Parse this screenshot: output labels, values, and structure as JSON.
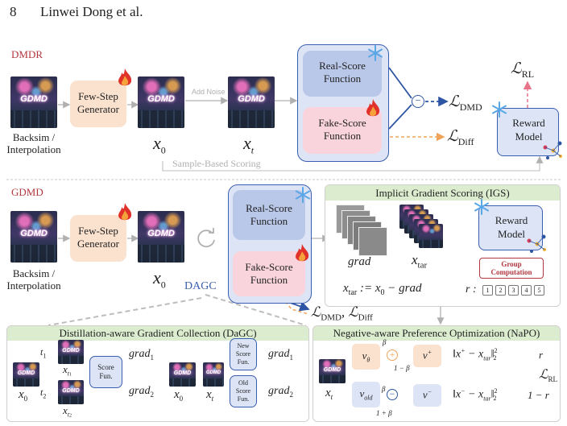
{
  "page": {
    "number": "8",
    "authors": "Linwei Dong et al."
  },
  "image_text": "GDMD",
  "dmdr": {
    "label": "DMDR",
    "input_caption_1": "Backsim /",
    "input_caption_2": "Interpolation",
    "generator_1": "Few-Step",
    "generator_2": "Generator",
    "add_noise": "Add Noise",
    "x0": "x",
    "x0_sub": "0",
    "xt": "x",
    "xt_sub": "t",
    "real_score_1": "Real-Score",
    "real_score_2": "Function",
    "fake_score_1": "Fake-Score",
    "fake_score_2": "Function",
    "minus": "−",
    "l_dmd": "ℒ",
    "l_dmd_sub": "DMD",
    "l_diff": "ℒ",
    "l_diff_sub": "Diff",
    "l_rl": "ℒ",
    "l_rl_sub": "RL",
    "reward_1": "Reward",
    "reward_2": "Model",
    "sample_scoring": "Sample-Based Scoring"
  },
  "gdmd": {
    "label": "GDMD",
    "input_caption_1": "Backsim /",
    "input_caption_2": "Interpolation",
    "generator_1": "Few-Step",
    "generator_2": "Generator",
    "x0": "x",
    "x0_sub": "0",
    "real_score_1": "Real-Score",
    "real_score_2": "Function",
    "fake_score_1": "Fake-Score",
    "fake_score_2": "Function",
    "dagc": "DAGC",
    "igs_title": "Implicit Gradient Scoring (IGS)",
    "grad": "grad",
    "x_tar": "x",
    "x_tar_sub": "tar",
    "formula_lhs": "x",
    "formula_lhs_sub": "tar",
    "formula_rhs": " := x",
    "formula_rhs_sub": "0",
    "formula_tail": " − grad",
    "reward_1": "Reward",
    "reward_2": "Model",
    "group_1": "Group",
    "group_2": "Computation",
    "r_label": "r :",
    "ranks": [
      "1",
      "2",
      "3",
      "4",
      "5"
    ],
    "loss_out": "ℒ",
    "loss_out_sub": "DMD",
    "loss_sep": ", ℒ",
    "loss_out_sub2": "Diff"
  },
  "dagc_panel": {
    "title": "Distillation-aware Gradient Collection (DaGC)",
    "t1": "t",
    "t1_sub": "1",
    "t2": "t",
    "t2_sub": "2",
    "xt1": "x",
    "xt1_sub": "t",
    "xt1_subsub": "1",
    "xt2": "x",
    "xt2_sub": "t",
    "xt2_subsub": "2",
    "x0": "x",
    "x0_sub": "0",
    "score_1": "Score",
    "score_2": "Fun.",
    "grad1": "grad",
    "grad1_sub": "1",
    "grad2": "grad",
    "grad2_sub": "2",
    "xt": "x",
    "xt_sub": "t",
    "new_1": "New",
    "new_2": "Score",
    "new_3": "Fun.",
    "old_1": "Old",
    "old_2": "Score",
    "old_3": "Fun.",
    "grad1b": "grad",
    "grad1b_sub": "1",
    "grad2b": "grad",
    "grad2b_sub": "2"
  },
  "napo_panel": {
    "title": "Negative-aware Preference Optimization (NaPO)",
    "xt": "x",
    "xt_sub": "t",
    "v_theta": "v",
    "v_theta_sub": "θ",
    "v_old": "v",
    "v_old_sub": "old",
    "beta_top": "β",
    "one_minus_beta": "1 − β",
    "beta_mid": "β",
    "one_plus_beta": "1 + β",
    "plus": "+",
    "minus": "−",
    "v_plus": "v",
    "v_plus_sup": "+",
    "v_minus": "v",
    "v_minus_sup": "−",
    "norm_plus": "‖x",
    "norm_plus_sup": "+",
    "norm_plus_mid": " − x",
    "norm_plus_sub": "tar",
    "norm_plus_end": "‖",
    "norm_exp": "2",
    "norm_sub2": "2",
    "norm_minus": "‖x",
    "norm_minus_sup": "−",
    "norm_minus_mid": " − x",
    "norm_minus_sub": "tar",
    "norm_minus_end": "‖",
    "r_plus": "r",
    "r_minus": "1 − r",
    "l_rl": "ℒ",
    "l_rl_sub": "RL"
  },
  "colors": {
    "generator_fill": "#fbe2cf",
    "real_fill": "#b9c7e8",
    "fake_fill": "#f9d4dc",
    "outer_fill": "#dce4f6",
    "dmd_blue": "#2e55a3",
    "diff_orange": "#f0a35a",
    "rl_pink": "#e8748a",
    "panel_green": "#dcedcf",
    "label_red": "#b2383f"
  },
  "icons": [
    "flame-icon",
    "snowflake-icon",
    "refresh-icon",
    "sparkle-icon"
  ]
}
